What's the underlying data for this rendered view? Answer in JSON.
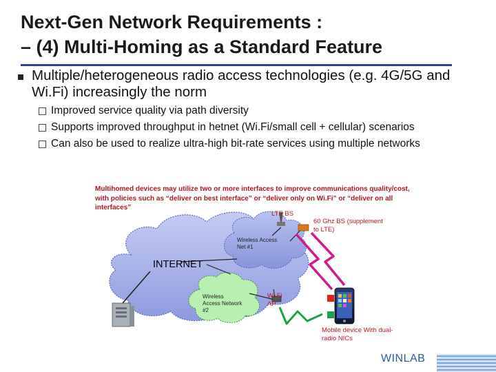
{
  "slide": {
    "title_line1": "Next-Gen Network Requirements :",
    "title_line2": "– (4) Multi-Homing as a Standard Feature",
    "main_bullet": "Multiple/heterogeneous radio access technologies (e.g. 4G/5G and Wi.Fi) increasingly the norm",
    "sub_bullets": [
      "Improved service quality via path diversity",
      "Supports improved throughput in hetnet (Wi.Fi/small cell + cellular) scenarios",
      "Can also be used to realize ultra-high bit-rate services using multiple networks"
    ]
  },
  "diagram": {
    "note": "Multihomed devices may utilize two or more interfaces to improve communications quality/cost, with policies such as “deliver on best interface” or “deliver only on Wi.Fi” or “deliver on all interfaces”",
    "lte_bs": "LTE BS",
    "ghz_bs": "60 Ghz BS (supplement to LTE)",
    "wan1": "Wireless Access Net #1",
    "internet": "INTERNET",
    "wan2": "Wireless Access Network #2",
    "wifi_ap": "Wi.Fi AP",
    "mobile": "Mobile device With dual-radio NICs"
  },
  "footer": {
    "logo": "WINLAB"
  },
  "colors": {
    "accent": "#2f3f8f",
    "annotation": "#b0171f",
    "cloud": "#9aa6e6",
    "logo": "#2d5aa0"
  }
}
